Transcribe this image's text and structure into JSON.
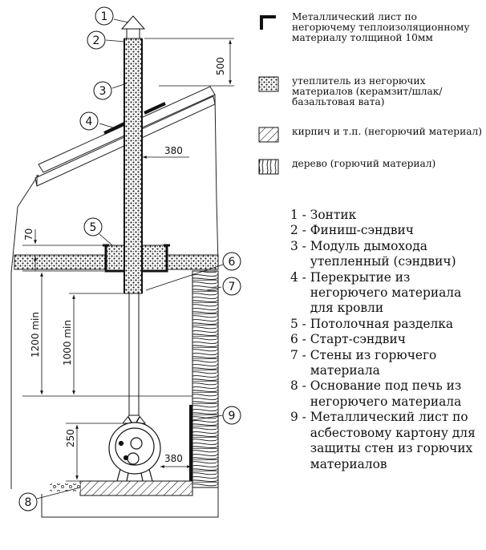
{
  "legend": [
    {
      "icon": "metal-sheet-swatch",
      "text": "Металлический лист по негорючему теплоизоляционному материалу толщиной 10мм"
    },
    {
      "icon": "insulation-swatch",
      "text": "утеплитель из негорючих материалов (керамзит/шлак/базальтовая вата)"
    },
    {
      "icon": "brick-swatch",
      "text": "кирпич и т.п. (негорючий материал)"
    },
    {
      "icon": "wood-swatch",
      "text": "дерево (горючий материал)"
    }
  ],
  "parts": [
    {
      "num": "1 - ",
      "text": "Зонтик"
    },
    {
      "num": "2 - ",
      "text": "Финиш-сэндвич"
    },
    {
      "num": "3 - ",
      "text": "Модуль дымохода утепленный (сэндвич)"
    },
    {
      "num": "4 - ",
      "text": "Перекрытие из негорючего материала для кровли"
    },
    {
      "num": "5 - ",
      "text": "Потолочная разделка"
    },
    {
      "num": "6 - ",
      "text": "Старт-сэндвич"
    },
    {
      "num": "7 - ",
      "text": "Стены из горючего материала"
    },
    {
      "num": "8 - ",
      "text": "Основание под печь из негорючего материала"
    },
    {
      "num": "9 - ",
      "text": "Металлический лист по асбестовому картону для защиты стен из горючих материалов"
    }
  ],
  "callouts": [
    "1",
    "2",
    "3",
    "4",
    "5",
    "6",
    "7",
    "8",
    "9"
  ],
  "dimensions": {
    "chimney_above_roof": "500",
    "chimney_to_roof_edge": "380",
    "ceiling_cut_top": "70",
    "ceiling_height": "1200 min",
    "pipe_height": "1000 min",
    "stove_to_floor": "250",
    "stove_to_wall": "380"
  }
}
